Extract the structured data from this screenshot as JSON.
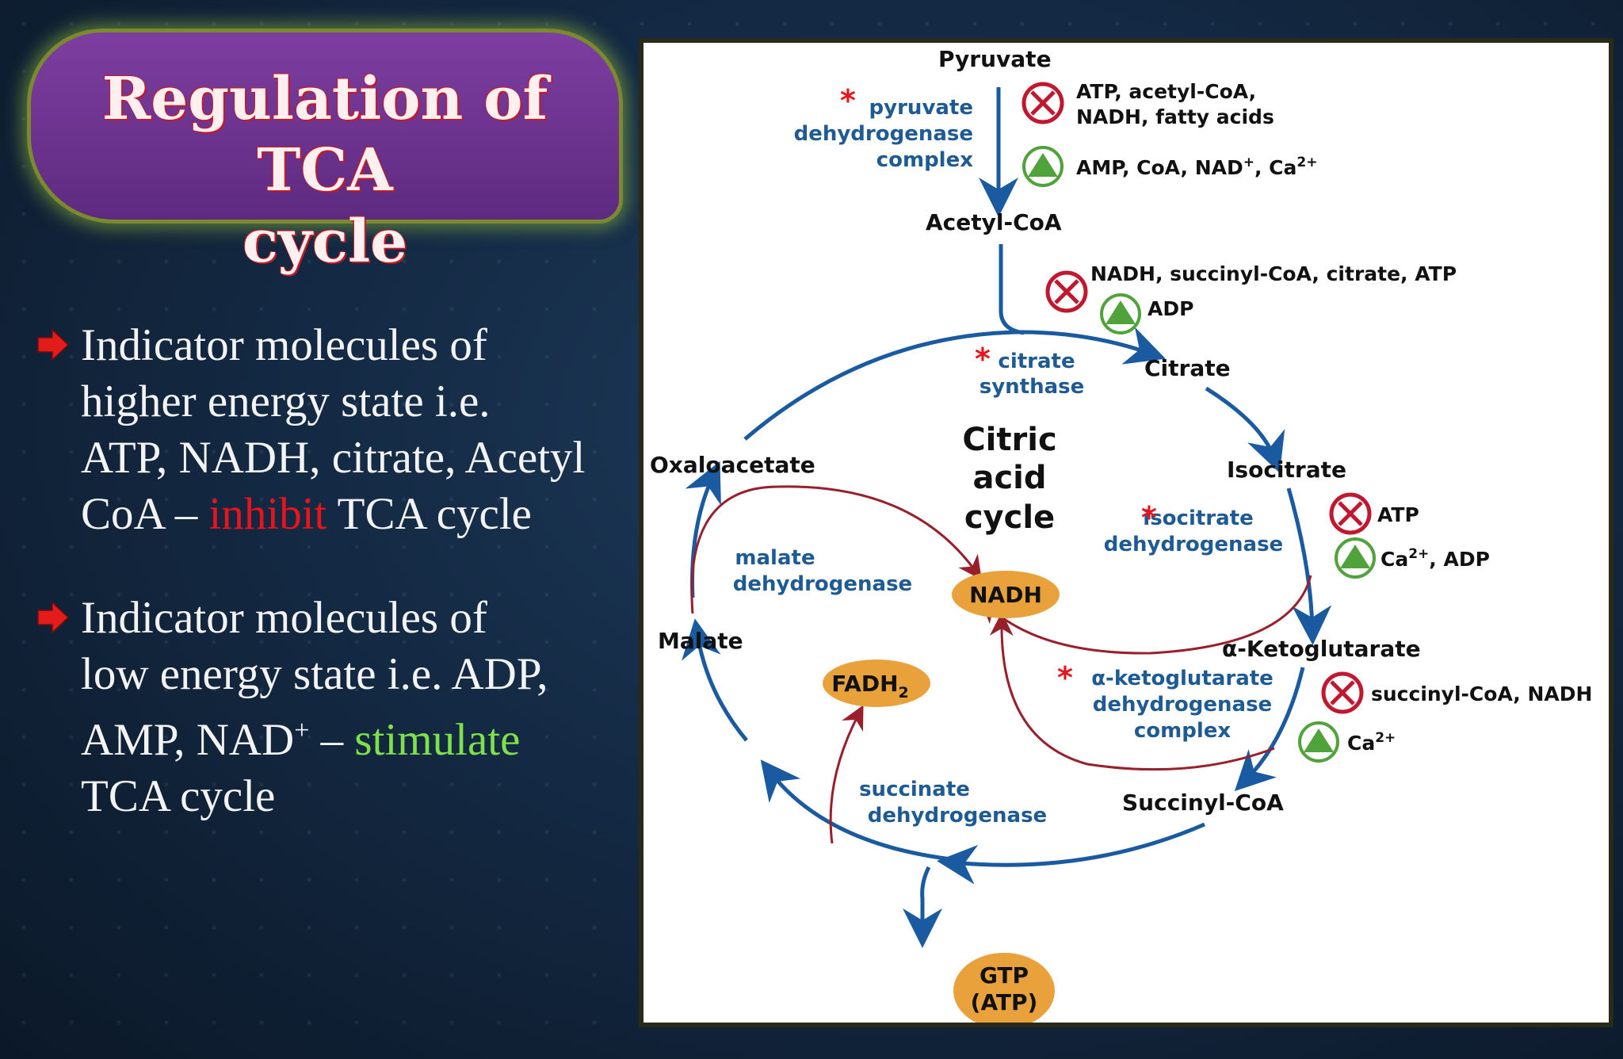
{
  "title": {
    "line1": "Regulation of TCA",
    "line2": "cycle"
  },
  "bullets": [
    {
      "lines": [
        "Indicator molecules of",
        "higher energy state i.e.",
        "ATP, NADH, citrate, Acetyl"
      ],
      "last_pre": "CoA – ",
      "highlight": "inhibit",
      "last_post": " TCA cycle",
      "highlight_color": "#e8141c"
    },
    {
      "lines": [
        "Indicator molecules of",
        "low energy state i.e. ADP,"
      ],
      "pre_line": "AMP, NAD",
      "sup": "+",
      "mid": " – ",
      "highlight": "stimulate",
      "end_line": "TCA cycle",
      "highlight_color": "#7fe14a"
    }
  ],
  "diagram": {
    "center_label": [
      "Citric",
      "acid",
      "cycle"
    ],
    "metabolites": {
      "pyruvate": "Pyruvate",
      "acetyl_coa": "Acetyl-CoA",
      "citrate": "Citrate",
      "isocitrate": "Isocitrate",
      "alpha_kg": "α-Ketoglutarate",
      "succinyl_coa": "Succinyl-CoA",
      "malate": "Malate",
      "oxaloacetate": "Oxaloacetate"
    },
    "enzymes": {
      "pdh": [
        "pyruvate",
        "dehydrogenase",
        "complex"
      ],
      "citrate_synthase": [
        "citrate",
        "synthase"
      ],
      "idh": [
        "isocitrate",
        "dehydrogenase"
      ],
      "akgdh": [
        "α-ketoglutarate",
        "dehydrogenase",
        "complex"
      ],
      "sdh": [
        "succinate",
        "dehydrogenase"
      ],
      "mdh": [
        "malate",
        "dehydrogenase"
      ]
    },
    "asterisk": "*",
    "products": {
      "nadh": "NADH",
      "fadh2": "FADH",
      "fadh2_sub": "2",
      "gtp": "GTP",
      "atp": "(ATP)"
    },
    "regulators": {
      "pdh_inhibit": [
        "ATP, acetyl-CoA,",
        "NADH, fatty acids"
      ],
      "pdh_activate_pre": "AMP, CoA, NAD",
      "pdh_activate_sup": "+",
      "pdh_activate_mid": ", Ca",
      "pdh_activate_sup2": "2+",
      "cs_inhibit": "NADH, succinyl-CoA, citrate, ATP",
      "cs_activate": "ADP",
      "idh_inhibit": "ATP",
      "idh_activate_pre": "Ca",
      "idh_activate_sup": "2+",
      "idh_activate_post": ", ADP",
      "akg_inhibit": "succinyl-CoA, NADH",
      "akg_activate_pre": "Ca",
      "akg_activate_sup": "2+"
    },
    "colors": {
      "cycle_arrow": "#1a5aa0",
      "nadh_arrow": "#9a1f2c",
      "enzyme_text": "#1e5a94",
      "product_fill": "#e9a23b",
      "inhibit": "#c0182f",
      "activate": "#4fa33a"
    }
  }
}
